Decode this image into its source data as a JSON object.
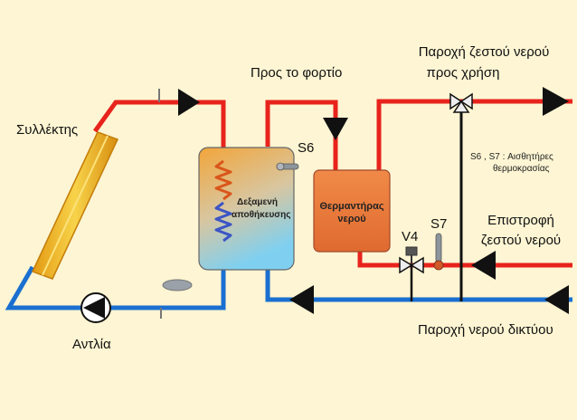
{
  "labels": {
    "collector": "Συλλέκτης",
    "pump": "Αντλία",
    "to_load": "Προς το φορτίο",
    "sensor_s6": "S6",
    "sensor_s7": "S7",
    "valve_v4": "V4",
    "tank_line1": "Δεξαμενή",
    "tank_line2": "αποθήκευσης",
    "heater_line1": "Θερμαντήρας",
    "heater_line2": "νερού",
    "hot_supply_line1": "Παροχή ζεστού νερού",
    "hot_supply_line2": "προς χρήση",
    "sensors_note_line1": "S6 , S7 : Αισθητήρες",
    "sensors_note_line2": "θερμοκρασίας",
    "hot_return_line1": "Επιστροφή",
    "hot_return_line2": "ζεστού νερού",
    "mains_supply": "Παροχή νερού δικτύου"
  },
  "colors": {
    "background": "#fdf5d3",
    "hot_pipe": "#e8231c",
    "cold_pipe": "#1a6fd0",
    "collector": "#f1b51d",
    "heater": "#e87a3f",
    "tank_top": "#f2a53a",
    "tank_bottom": "#7fd0f0",
    "arrow": "#111111",
    "sensor_gray": "#9aa1a8"
  }
}
